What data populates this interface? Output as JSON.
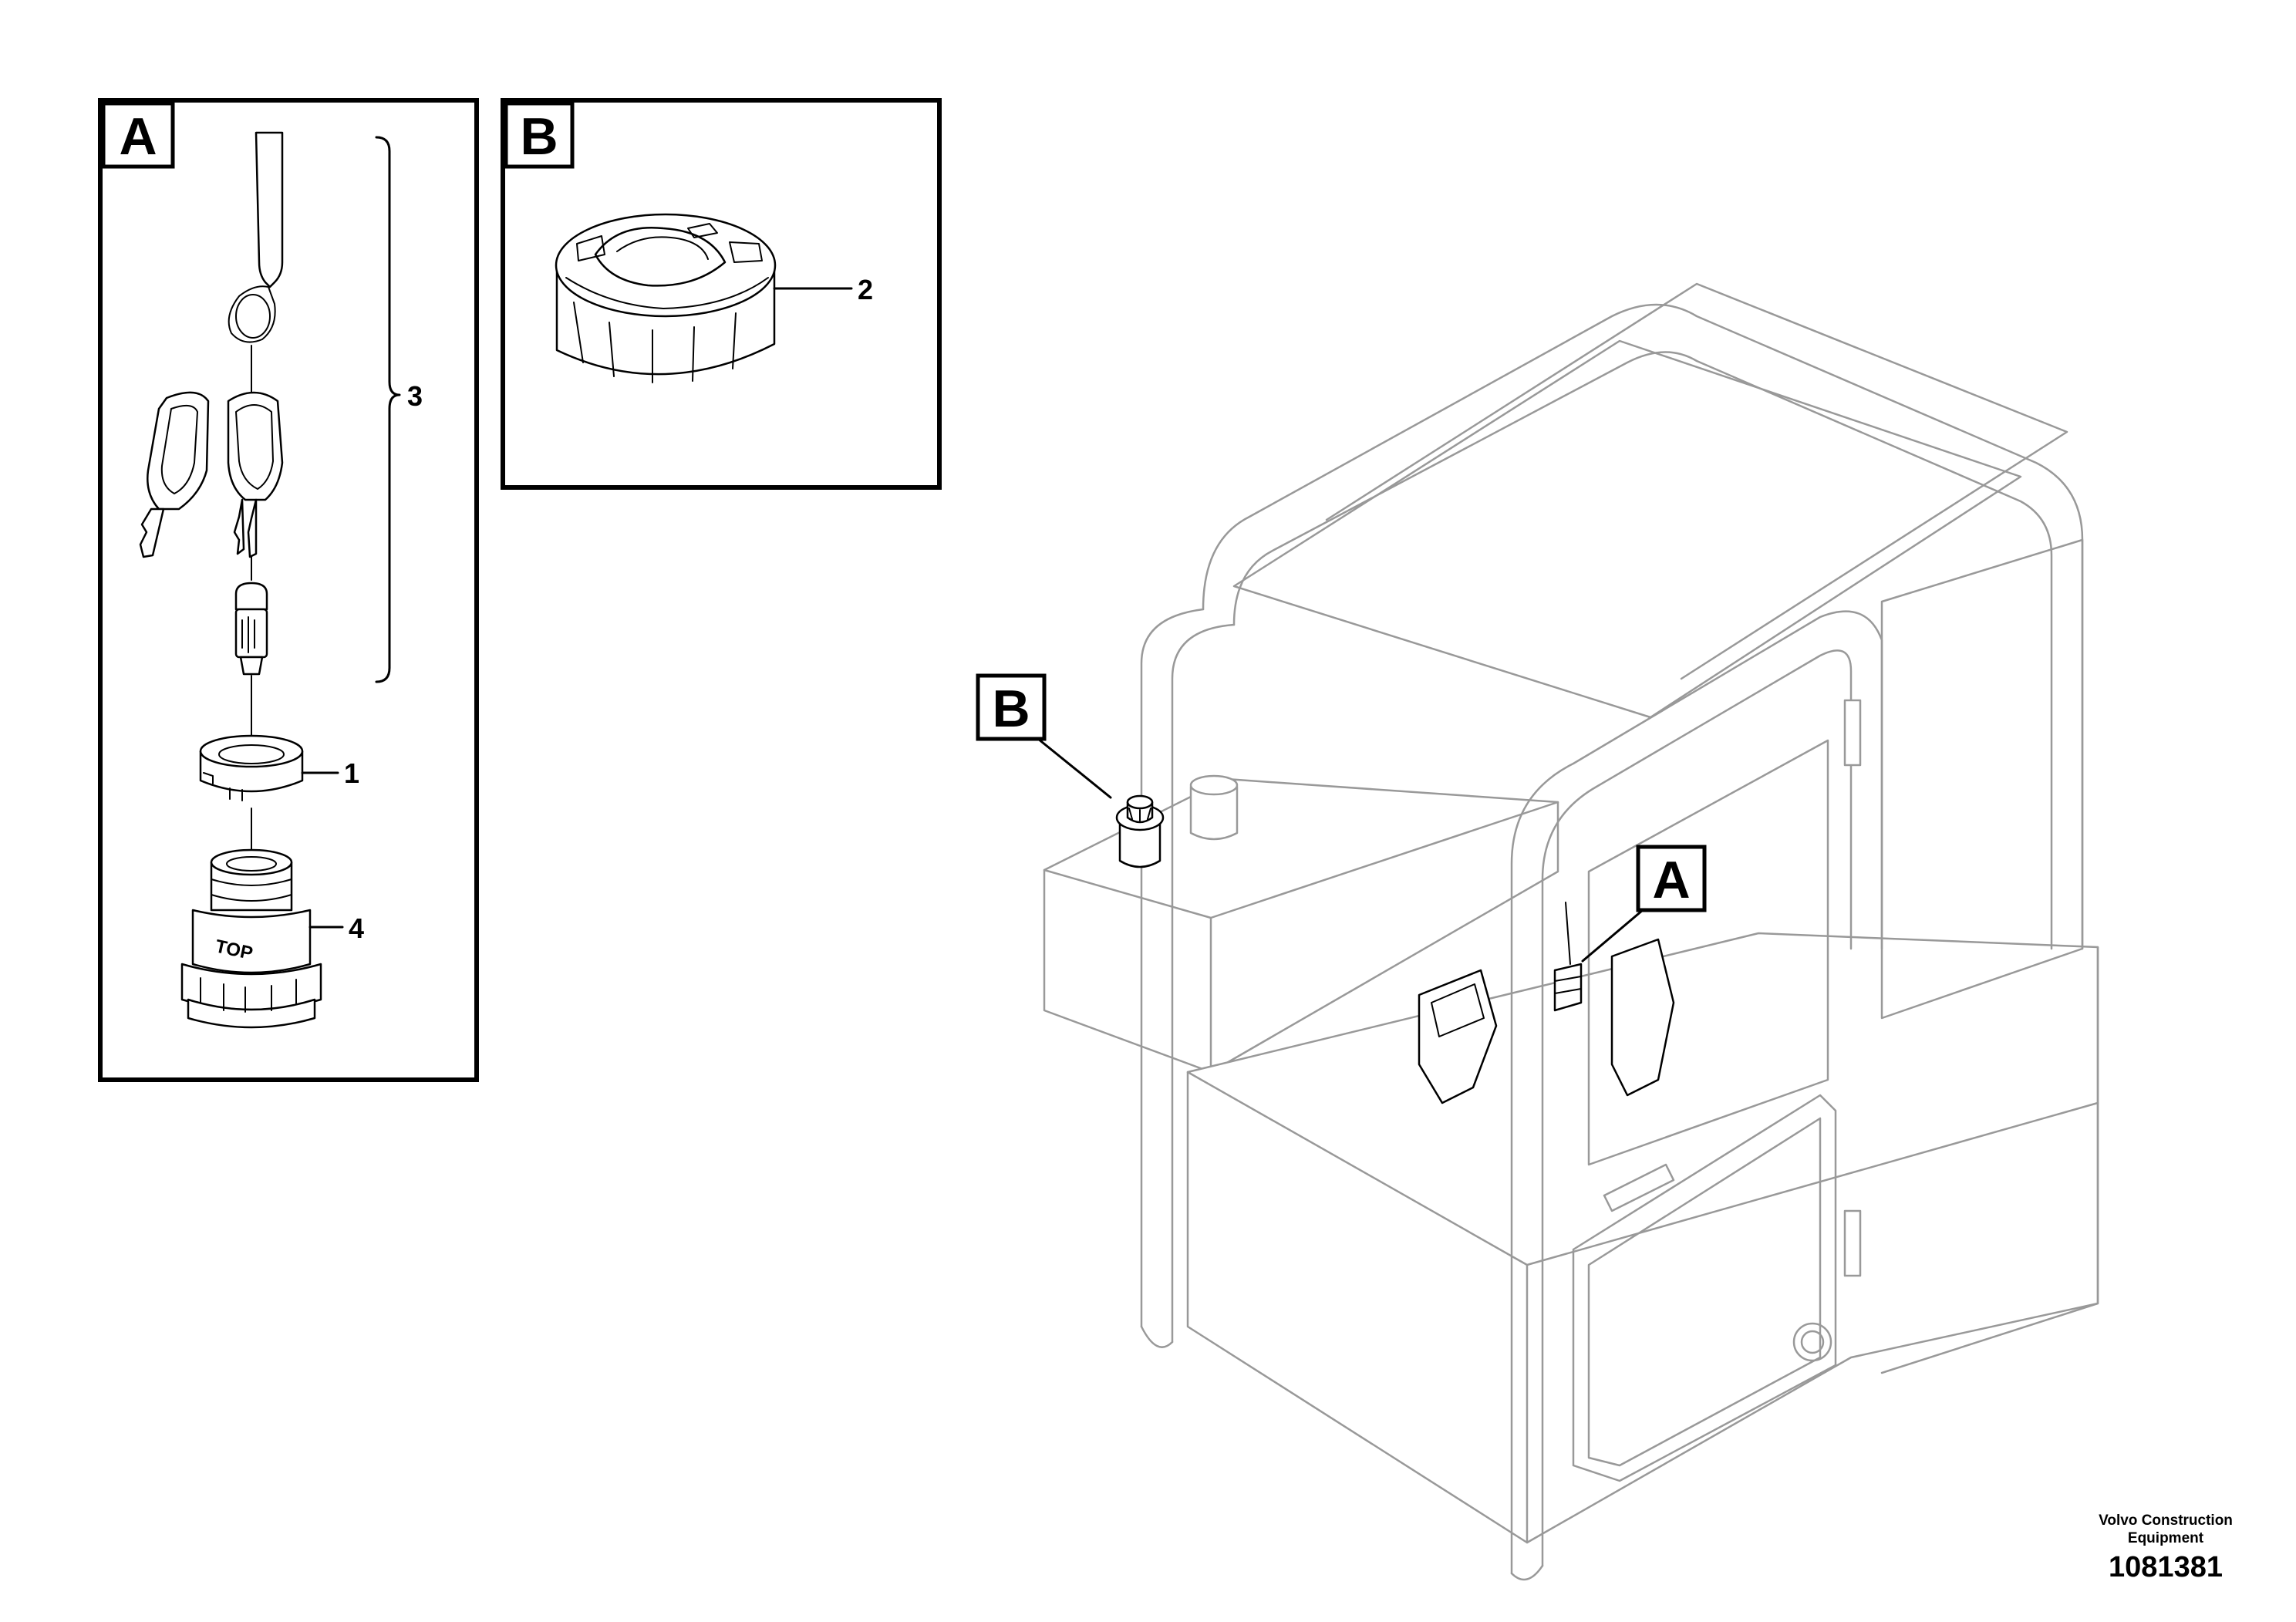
{
  "detail_a": {
    "tag": "A"
  },
  "detail_b": {
    "tag": "B"
  },
  "parts": [
    {
      "label": "1"
    },
    {
      "label": "2"
    },
    {
      "label": "3"
    },
    {
      "label": "4"
    }
  ],
  "ignition_text": "TOP",
  "cab_callouts": {
    "a": "A",
    "b": "B"
  },
  "footer": {
    "company_line1": "Volvo Construction",
    "company_line2": "Equipment",
    "doc_number": "1081381"
  }
}
